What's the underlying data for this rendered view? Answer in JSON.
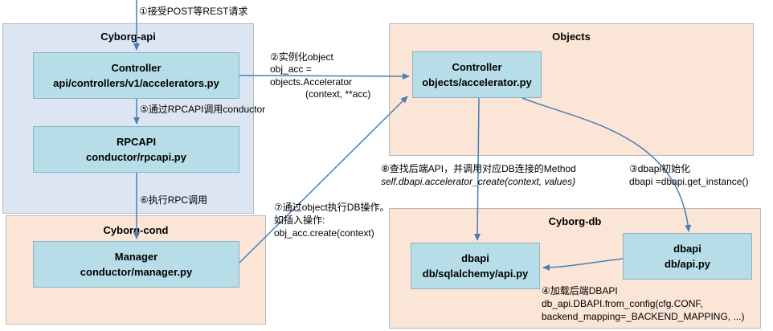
{
  "groups": {
    "cyborg_api": "Cyborg-api",
    "objects": "Objects",
    "cyborg_cond": "Cyborg-cond",
    "cyborg_db": "Cyborg-db"
  },
  "components": {
    "api_controller": {
      "name": "Controller",
      "path": "api/controllers/v1/accelerators.py"
    },
    "rpcapi": {
      "name": "RPCAPI",
      "path": "conductor/rpcapi.py"
    },
    "manager": {
      "name": "Manager",
      "path": "conductor/manager.py"
    },
    "obj_controller": {
      "name": "Controller",
      "path": "objects/accelerator.py"
    },
    "db_sqlalchemy": {
      "name": "dbapi",
      "path": "db/sqlalchemy/api.py"
    },
    "db_api": {
      "name": "dbapi",
      "path": "db/api.py"
    }
  },
  "annotations": {
    "step1": "①接受POST等REST请求",
    "step2_l1": "②实例化object",
    "step2_l2": "obj_acc =",
    "step2_l3": "objects.Accelerator",
    "step2_l4": "(context, **acc)",
    "step5": "⑤通过RPCAPI调用conductor",
    "step6": "⑥执行RPC调用",
    "step7_l1": "⑦通过object执行DB操作。",
    "step7_l2": "如插入操作:",
    "step7_l3": "obj_acc.create(context)",
    "step8_l1": "⑧查找后端API，并调用对应DB连接的Method",
    "step8_l2": "self.dbapi.accelerator_create(context, values)",
    "step3_l1": "③dbapi初始化",
    "step3_l2": "dbapi =dbapi.get_instance()",
    "step4_l1": "④加载后端DBAPI",
    "step4_l2": "db_api.DBAPI.from_config(cfg.CONF,",
    "step4_l3": "backend_mapping=_BACKEND_MAPPING, ...)"
  },
  "colors": {
    "arrow": "#4a7ebb",
    "component_fill": "#b7dde8",
    "blue_group": "#dce6f2",
    "peach_group": "#fbe5d6"
  }
}
